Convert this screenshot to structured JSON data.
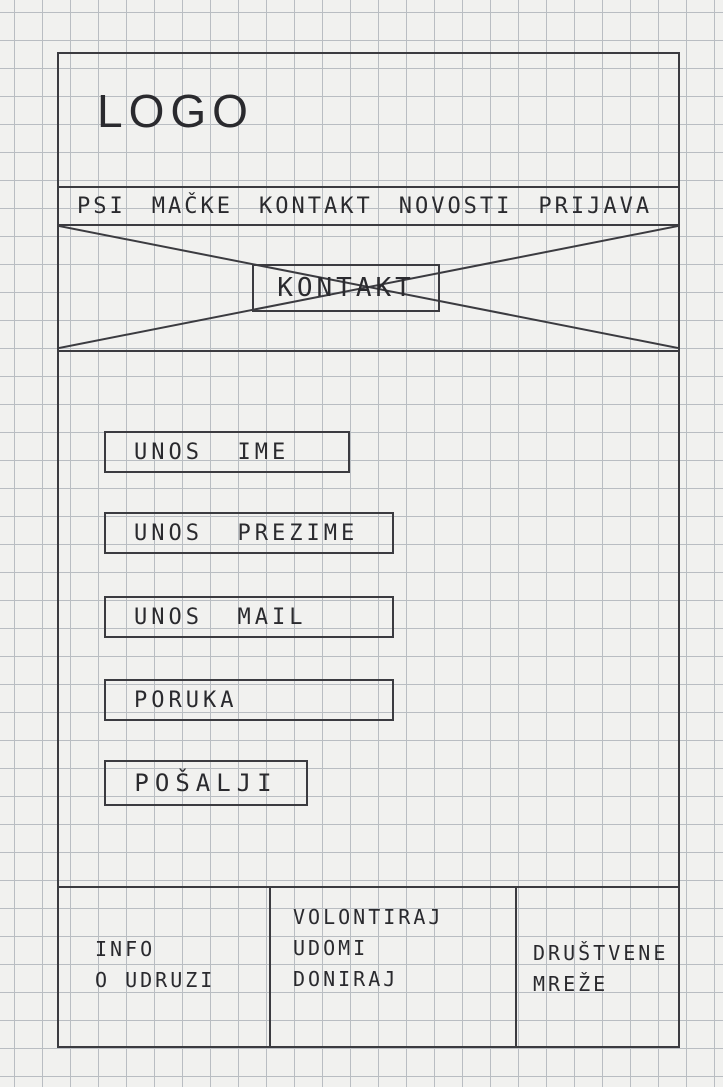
{
  "header": {
    "logo": "LOGO"
  },
  "nav": {
    "items": [
      "PSI",
      "MAČKE",
      "KONTAKT",
      "NOVOSTI",
      "PRIJAVA"
    ]
  },
  "hero": {
    "title": "KONTAKT"
  },
  "form": {
    "first_name_placeholder": "UNOS  IME",
    "last_name_placeholder": "UNOS  PREZIME",
    "email_placeholder": "UNOS  MAIL",
    "message_placeholder": "PORUKA",
    "send_label": "POŠALJI"
  },
  "footer": {
    "info_line1": "INFO",
    "info_line2": "O UDRUZI",
    "links": [
      "VOLONTIRAJ",
      "UDOMI",
      "DONIRAJ"
    ],
    "social_line1": "DRUŠTVENE",
    "social_line2": "MREŽE"
  }
}
